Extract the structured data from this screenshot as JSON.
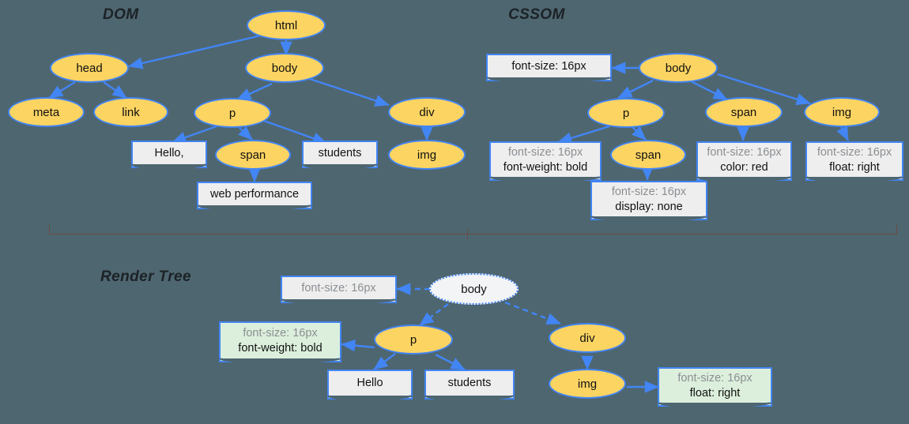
{
  "background_color": "#4e6670",
  "accent_color": "#4285f4",
  "node_fill_color": "#fcd462",
  "box_fill_color": "#eeeeee",
  "box_green_fill_color": "#dcefdc",
  "muted_text_color": "#8b8f93",
  "sections": {
    "dom": {
      "title": "DOM"
    },
    "cssom": {
      "title": "CSSOM"
    },
    "render_tree": {
      "title": "Render Tree"
    }
  },
  "dom": {
    "nodes": [
      {
        "id": "html",
        "label": "html"
      },
      {
        "id": "head",
        "label": "head"
      },
      {
        "id": "body",
        "label": "body"
      },
      {
        "id": "meta",
        "label": "meta"
      },
      {
        "id": "link",
        "label": "link"
      },
      {
        "id": "p",
        "label": "p"
      },
      {
        "id": "div",
        "label": "div"
      },
      {
        "id": "span",
        "label": "span"
      },
      {
        "id": "img",
        "label": "img"
      }
    ],
    "text_boxes": [
      {
        "id": "hello",
        "label": "Hello,"
      },
      {
        "id": "students",
        "label": "students"
      },
      {
        "id": "webperf",
        "label": "web performance"
      }
    ]
  },
  "cssom": {
    "nodes": [
      {
        "id": "body",
        "label": "body"
      },
      {
        "id": "p",
        "label": "p"
      },
      {
        "id": "span1",
        "label": "span"
      },
      {
        "id": "span2",
        "label": "span"
      },
      {
        "id": "img",
        "label": "img"
      }
    ],
    "rule_boxes": [
      {
        "id": "body-rules",
        "lines": [
          {
            "text": "font-size: 16px",
            "muted": false
          }
        ]
      },
      {
        "id": "p-rules",
        "lines": [
          {
            "text": "font-size: 16px",
            "muted": true
          },
          {
            "text": "font-weight: bold",
            "muted": false
          }
        ]
      },
      {
        "id": "span2-rules",
        "lines": [
          {
            "text": "font-size: 16px",
            "muted": true
          },
          {
            "text": "display: none",
            "muted": false
          }
        ]
      },
      {
        "id": "span1-rules",
        "lines": [
          {
            "text": "font-size: 16px",
            "muted": true
          },
          {
            "text": "color: red",
            "muted": false
          }
        ]
      },
      {
        "id": "img-rules",
        "lines": [
          {
            "text": "font-size: 16px",
            "muted": true
          },
          {
            "text": "float: right",
            "muted": false
          }
        ]
      }
    ]
  },
  "render_tree": {
    "nodes": [
      {
        "id": "body",
        "label": "body",
        "ghost": true
      },
      {
        "id": "p",
        "label": "p",
        "ghost": false
      },
      {
        "id": "div",
        "label": "div",
        "ghost": false
      },
      {
        "id": "img",
        "label": "img",
        "ghost": false
      }
    ],
    "text_boxes": [
      {
        "id": "hello",
        "label": "Hello"
      },
      {
        "id": "students",
        "label": "students"
      }
    ],
    "rule_boxes": [
      {
        "id": "body-rules",
        "lines": [
          {
            "text": "font-size: 16px",
            "muted": true
          }
        ]
      },
      {
        "id": "p-rules",
        "lines": [
          {
            "text": "font-size: 16px",
            "muted": true
          },
          {
            "text": "font-weight: bold",
            "muted": false
          }
        ]
      },
      {
        "id": "img-rules",
        "lines": [
          {
            "text": "font-size: 16px",
            "muted": true
          },
          {
            "text": "float: right",
            "muted": false
          }
        ]
      }
    ]
  }
}
